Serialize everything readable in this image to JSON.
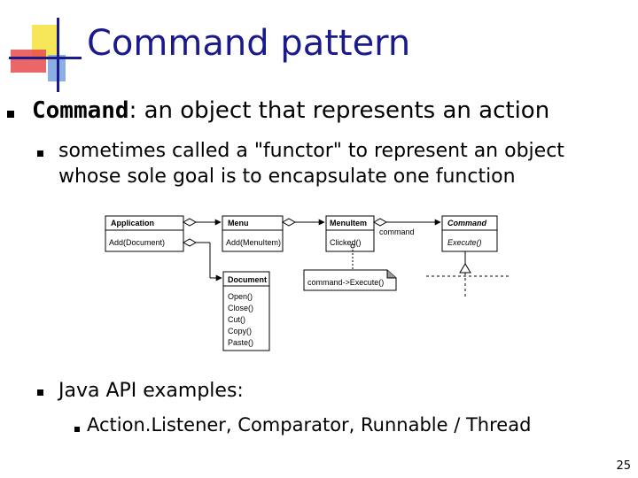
{
  "title": "Command pattern",
  "bullets": {
    "main_term": "Command",
    "main_rest": ": an object that represents an action",
    "sub1_line1": "sometimes called a \"functor\" to represent an object",
    "sub1_line2": "whose sole goal is to encapsulate one function",
    "sub2": "Java API examples:",
    "sub2_item": "Action.Listener, Comparator, Runnable / Thread"
  },
  "diagram": {
    "application": {
      "name": "Application",
      "op": "Add(Document)"
    },
    "menu": {
      "name": "Menu",
      "op": "Add(MenuItem)"
    },
    "menuitem": {
      "name": "MenuItem",
      "op": "Clicked()",
      "assoc": "command"
    },
    "command": {
      "name": "Command",
      "op": "Execute()"
    },
    "document": {
      "name": "Document",
      "ops": [
        "Open()",
        "Close()",
        "Cut()",
        "Copy()",
        "Paste()"
      ]
    },
    "note": "command->Execute()"
  },
  "page_number": "25"
}
